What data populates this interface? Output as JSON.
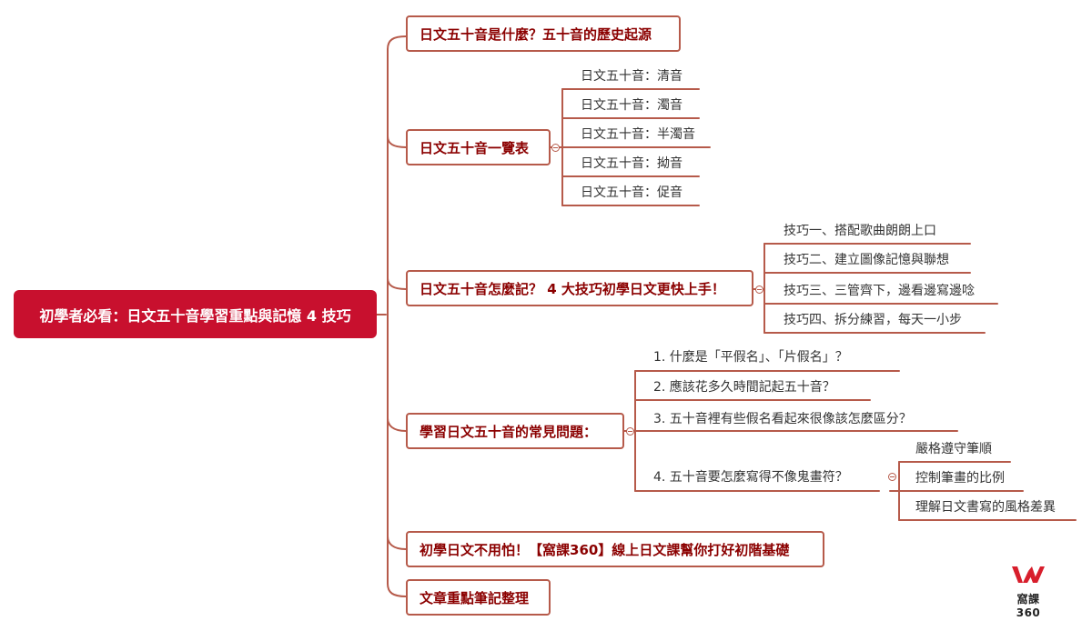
{
  "root": {
    "label": "初學者必看：日文五十音學習重點與記憶 4 技巧"
  },
  "branches": [
    {
      "label": "日文五十音是什麼？五十音的歷史起源"
    },
    {
      "label": "日文五十音一覽表",
      "children": [
        "日文五十音：清音",
        "日文五十音：濁音",
        "日文五十音：半濁音",
        "日文五十音：拗音",
        "日文五十音：促音"
      ]
    },
    {
      "label": "日文五十音怎麼記？ 4 大技巧初學日文更快上手！",
      "children": [
        "技巧一、搭配歌曲朗朗上口",
        "技巧二、建立圖像記憶與聯想",
        "技巧三、三管齊下，邊看邊寫邊唸",
        "技巧四、拆分練習，每天一小步"
      ]
    },
    {
      "label": "學習日文五十音的常見問題：",
      "children": [
        "1. 什麼是「平假名」、「片假名」？",
        "2. 應該花多久時間記起五十音？",
        "3. 五十音裡有些假名看起來很像該怎麼區分？",
        "4. 五十音要怎麼寫得不像鬼畫符？"
      ],
      "grandchildren": [
        "嚴格遵守筆順",
        "控制筆畫的比例",
        "理解日文書寫的風格差異"
      ]
    },
    {
      "label": "初學日文不用怕！【窩課360】線上日文課幫你打好初階基礎"
    },
    {
      "label": "文章重點筆記整理"
    }
  ],
  "logo": {
    "text": "窩課360",
    "icon": "wokeh-logo-icon"
  },
  "colors": {
    "root": "#c8102e",
    "line": "#b65a4a",
    "branch_text": "#8b0000",
    "leaf_text": "#333333"
  }
}
